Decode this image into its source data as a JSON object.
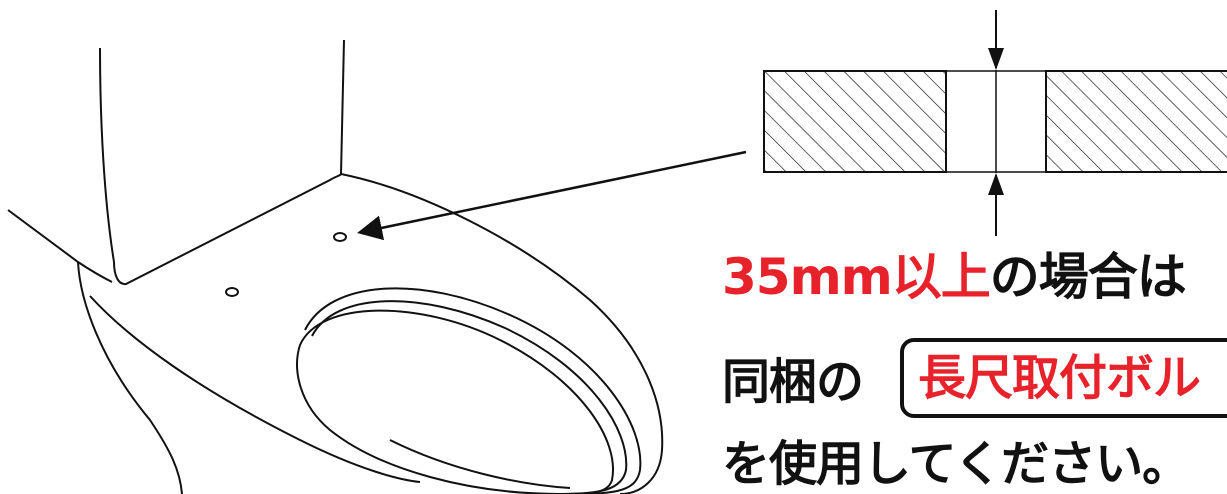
{
  "line1": {
    "red_part": "35mm以上",
    "black_part": "の場合は"
  },
  "line2": {
    "prefix": "同梱の",
    "boxed": "長尺取付ボル"
  },
  "line3": {
    "text": "を使用してください。"
  },
  "colors": {
    "accent_red": "#e8222b",
    "ink": "#111111"
  }
}
